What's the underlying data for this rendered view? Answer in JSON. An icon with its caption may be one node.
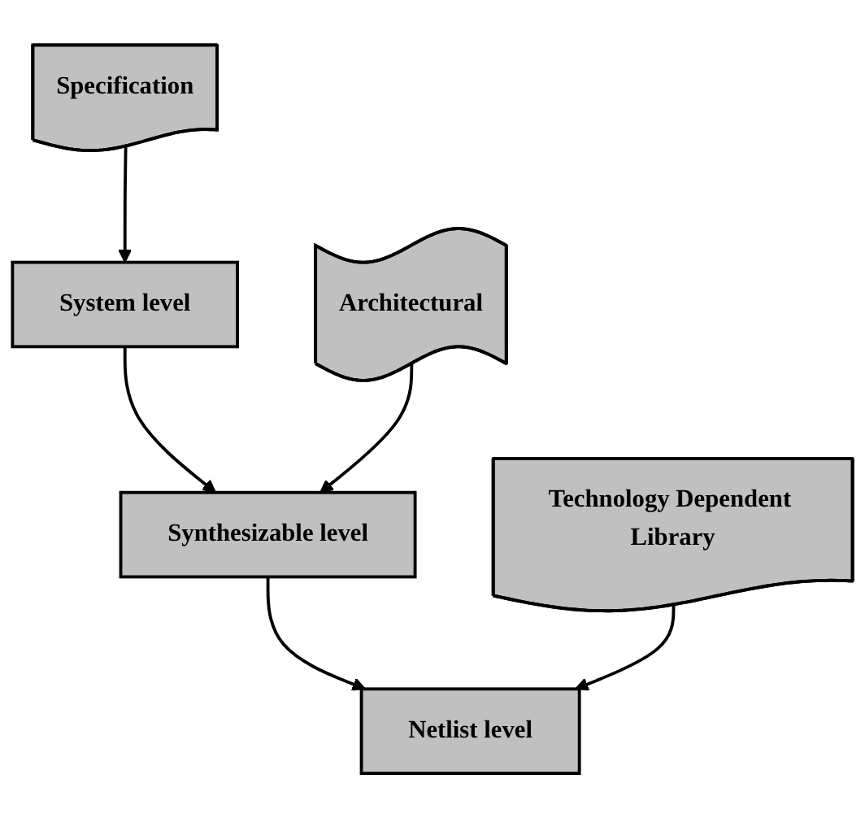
{
  "diagram": {
    "nodes": [
      {
        "text": [
          "System level"
        ]
      },
      {
        "text": [
          "Specification"
        ]
      },
      {
        "text": [
          "Synthesizable  level"
        ]
      },
      {
        "text": [
          "Architectural"
        ]
      },
      {
        "text": [
          "Netlist level"
        ]
      },
      {
        "text": [
          "Technology Dependent Library"
        ]
      }
    ],
    "edges": [
      {
        "from": 1,
        "to": 0,
        "arrow": "to"
      },
      {
        "from": 0,
        "to": 2,
        "arrow": "to"
      },
      {
        "from": 3,
        "to": 2,
        "arrow": "to"
      },
      {
        "from": 2,
        "to": 4,
        "arrow": "to"
      },
      {
        "from": 5,
        "to": 4,
        "arrow": "to"
      }
    ]
  }
}
